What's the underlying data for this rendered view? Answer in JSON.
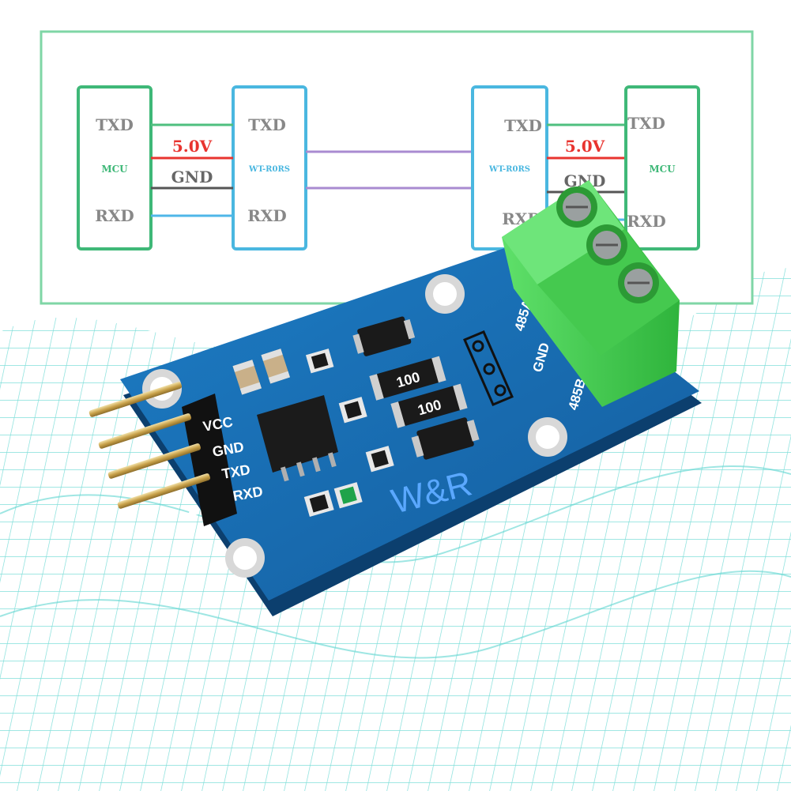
{
  "diagram": {
    "left_mcu": {
      "txd": "TXD",
      "rxd": "RXD",
      "name": "MCU"
    },
    "left_module": {
      "txd": "TXD",
      "rxd": "RXD",
      "name": "WT-R0RS"
    },
    "right_module": {
      "txd": "TXD",
      "rxd": "RXD",
      "name": "WT-R0RS"
    },
    "right_mcu": {
      "txd": "TXD",
      "rxd": "RXD",
      "name": "MCU"
    },
    "left_power": "5.0V",
    "left_gnd": "GND",
    "right_power": "5.0V",
    "right_gnd": "GND",
    "colors": {
      "mcu_box": "#3fb878",
      "module_box": "#4ab7e0",
      "vcc_line": "#e8342f",
      "gnd_line": "#555555",
      "bus_line": "#a98bd1",
      "txd_line": "#4fbf7f",
      "rxd_line": "#4fb7e8"
    }
  },
  "board": {
    "pins": [
      "VCC",
      "GND",
      "TXD",
      "RXD"
    ],
    "terminal_labels": [
      "485A",
      "GND",
      "485B"
    ],
    "brand": "W&R",
    "resistors": [
      "100",
      "100"
    ],
    "colors": {
      "pcb": "#1a6fb8",
      "terminal": "#3fcf4f",
      "brand": "#5aa8ff"
    }
  }
}
